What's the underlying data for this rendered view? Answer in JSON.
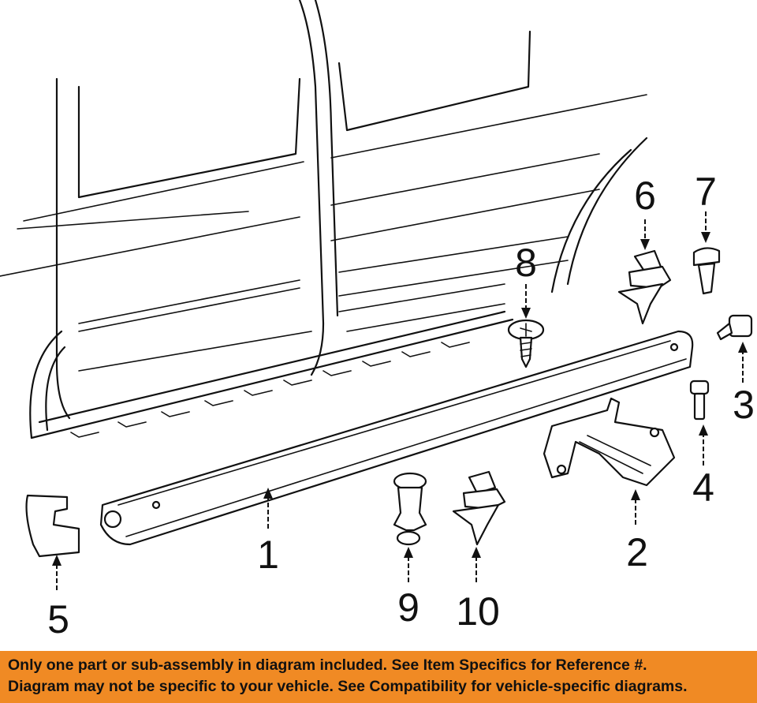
{
  "callouts": {
    "c1": "1",
    "c2": "2",
    "c3": "3",
    "c4": "4",
    "c5": "5",
    "c6": "6",
    "c7": "7",
    "c8": "8",
    "c9": "9",
    "c10": "10"
  },
  "banner": {
    "line1": "Only one part or sub-assembly in diagram included. See Item Specifics for Reference #.",
    "line2": "Diagram may not be specific to your vehicle. See Compatibility for vehicle-specific diagrams."
  },
  "colors": {
    "banner_bg": "#f08a24",
    "line": "#111111",
    "background": "#ffffff"
  }
}
